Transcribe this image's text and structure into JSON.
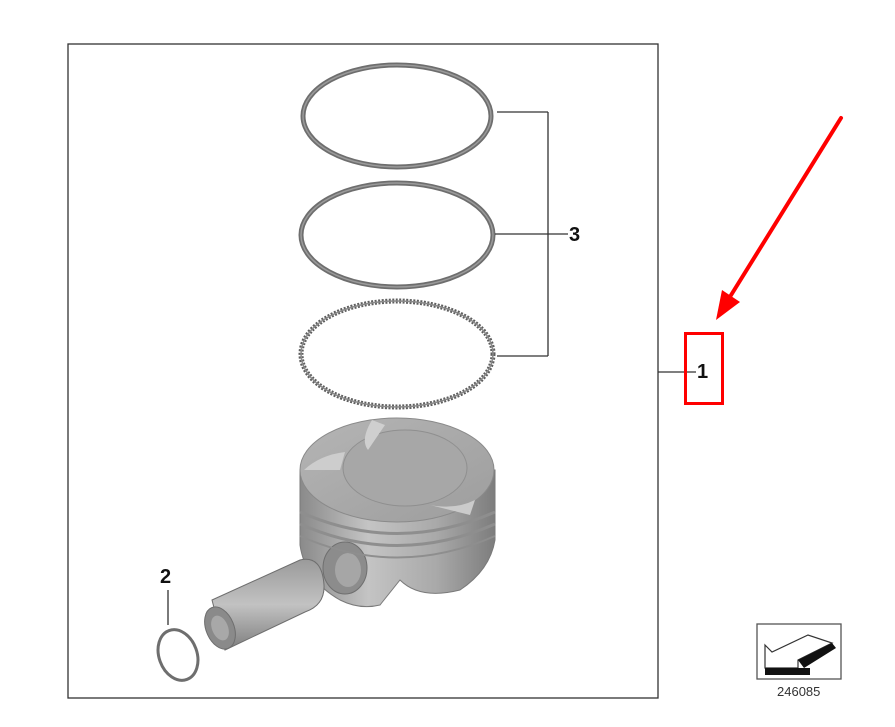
{
  "diagram": {
    "title": "Piston with rings and pin",
    "frame": {
      "stroke": "#333333"
    },
    "parts": [
      {
        "callout": "1",
        "name": "Piston assembly",
        "highlighted": true
      },
      {
        "callout": "2",
        "name": "Piston pin circlip"
      },
      {
        "callout": "3",
        "name": "Piston rings (set of 3)"
      }
    ],
    "callouts": {
      "part1": "1",
      "part2": "2",
      "part3": "3"
    },
    "diagram_number": "246085",
    "icons": {
      "nav_arrow": "back-arrow-icon"
    }
  },
  "annotation": {
    "highlight_color": "#ff0000",
    "target_callout": "1"
  }
}
